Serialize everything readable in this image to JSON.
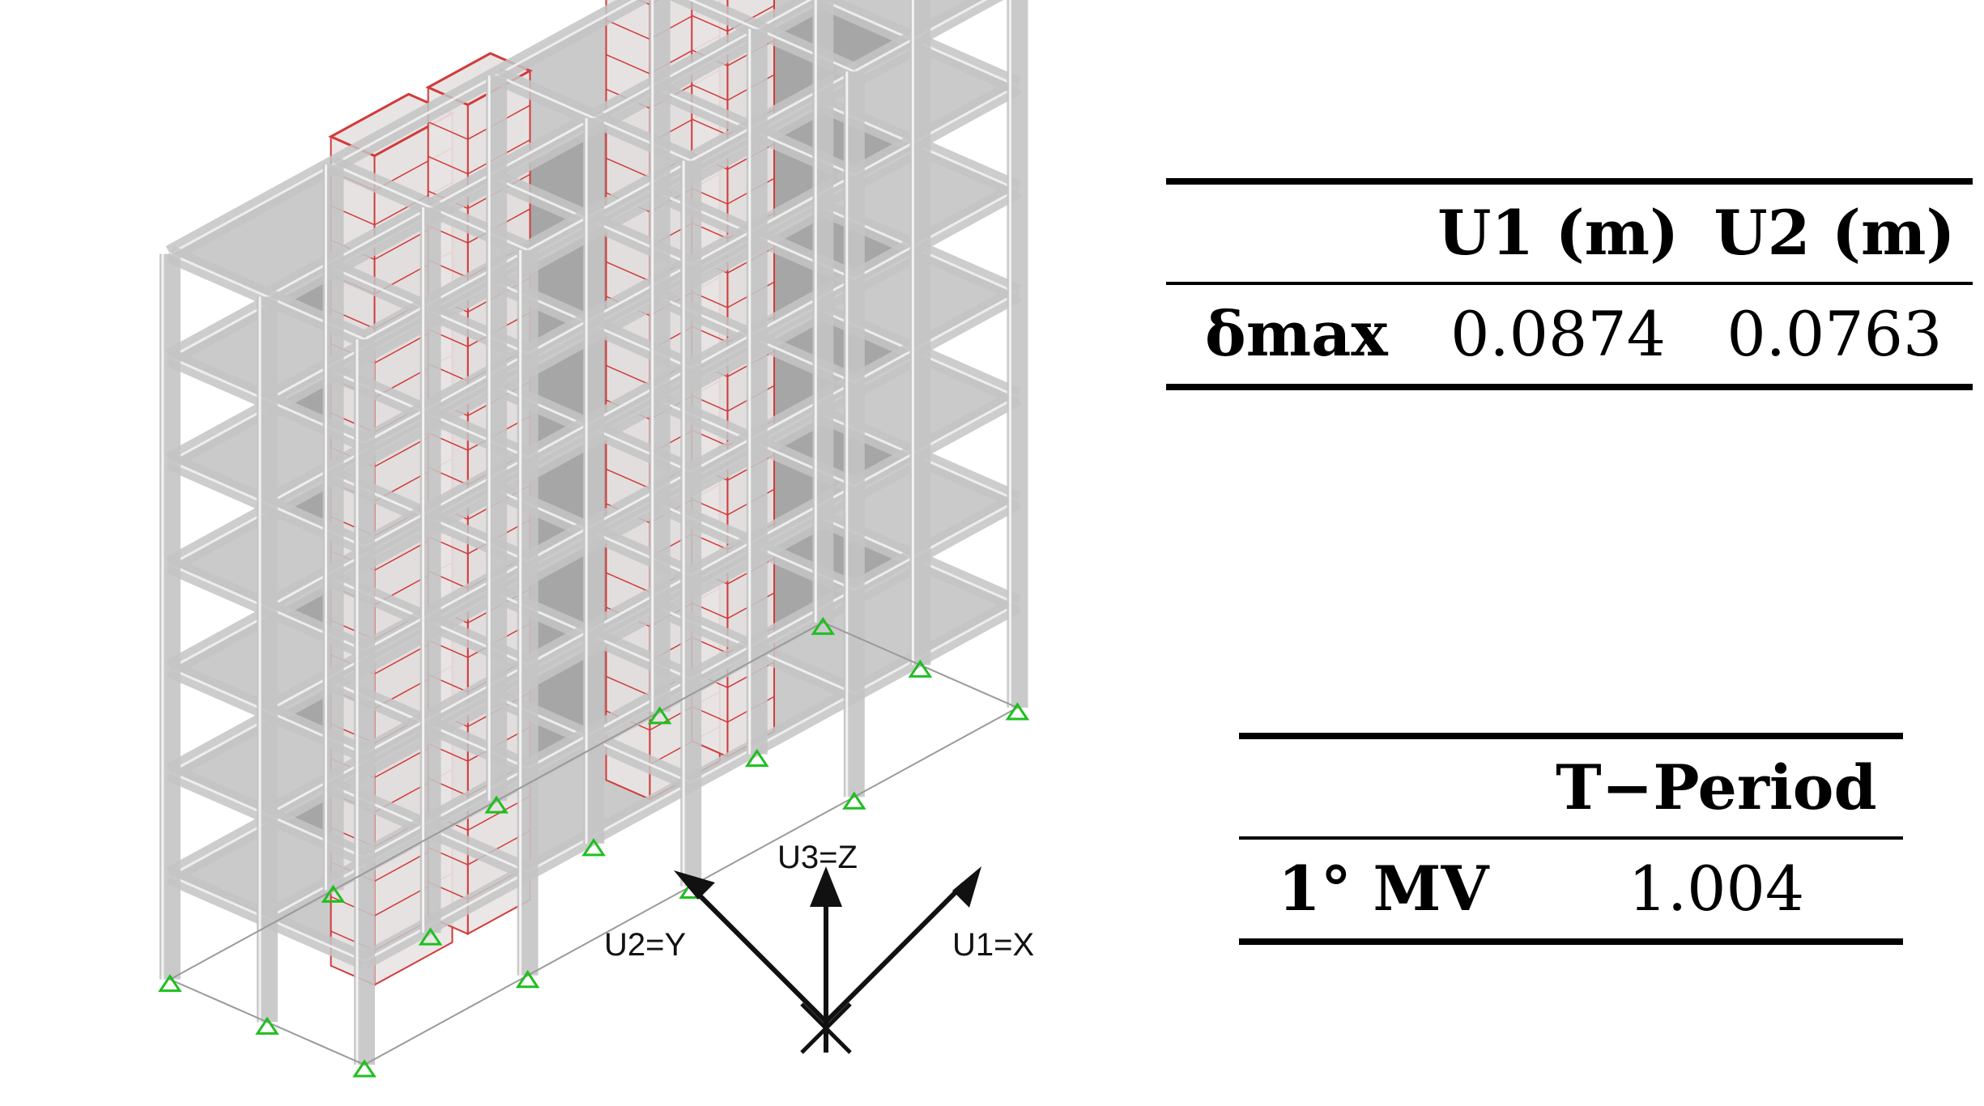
{
  "figure": {
    "axes": {
      "z_label": "U3=Z",
      "y_label": "U2=Y",
      "x_label": "U1=X"
    },
    "colors": {
      "frame": "#c4c4c4",
      "frame_edge": "#f2f2f2",
      "slab": "#5a5a5a",
      "core_fill": "#e9e4e4",
      "core_lines": "#d23a3a",
      "supports": "#1fbf1f",
      "axes": "#111111"
    },
    "structure": {
      "storeys": 7,
      "bays_long": 4,
      "bays_short": 2
    }
  },
  "displacement_table": {
    "headers": [
      "",
      "U1 (m)",
      "U2 (m)"
    ],
    "rows": [
      {
        "label": "δmax",
        "u1": "0.0874",
        "u2": "0.0763"
      }
    ]
  },
  "period_table": {
    "headers": [
      "",
      "T−Period"
    ],
    "rows": [
      {
        "label": "1° MV",
        "value": "1.004"
      }
    ]
  }
}
